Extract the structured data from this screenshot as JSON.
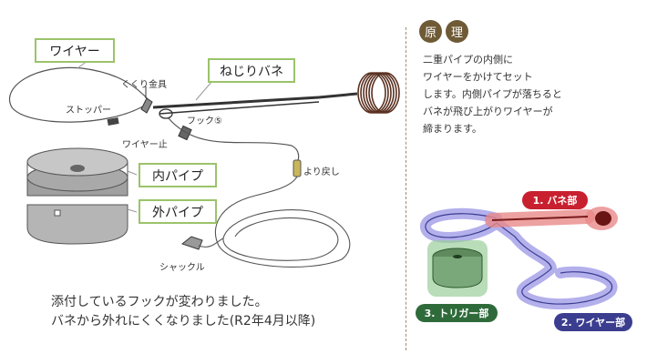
{
  "diagram": {
    "labels": {
      "wire": "ワイヤー",
      "twist_spring": "ねじりバネ",
      "inner_pipe": "内パイプ",
      "outer_pipe": "外パイプ",
      "kukuri_fitting": "くくり金具",
      "stopper": "ストッパー",
      "hook": "フック⑤",
      "wire_stop": "ワイヤー止",
      "swivel": "より戻し",
      "shackle": "シャックル"
    },
    "notice": {
      "line1": "添付しているフックが変わりました。",
      "line2": "バネから外れにくくなりました(R2年4月以降)"
    }
  },
  "principle": {
    "kanji1": "原",
    "kanji2": "理",
    "lines": [
      "二重パイプの内側に",
      "ワイヤーをかけてセット",
      "します。内側パイプが落ちると",
      "バネが飛び上がりワイヤーが",
      "締まります。"
    ]
  },
  "parts": {
    "spring": {
      "label": "1. バネ部",
      "color": "#c8202f"
    },
    "wire": {
      "label": "2. ワイヤー部",
      "color": "#3b3d8f"
    },
    "trigger": {
      "label": "3. トリガー部",
      "color": "#2f6b3a"
    }
  },
  "colors": {
    "label_border": "#9bc36a",
    "badge": "#6f5a36",
    "divider": "#a08a6a"
  }
}
